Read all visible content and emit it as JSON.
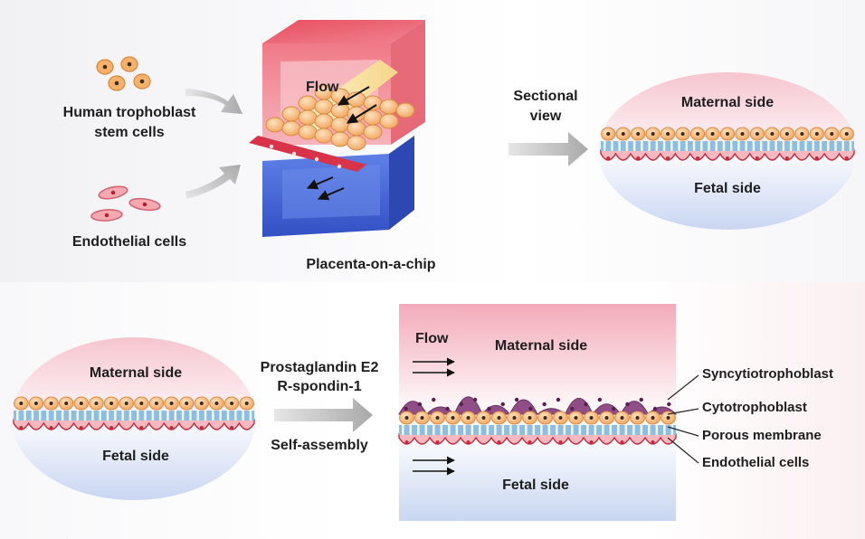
{
  "top": {
    "stem_cells_label_line1": "Human trophoblast",
    "stem_cells_label_line2": "stem cells",
    "endothelial_label": "Endothelial cells",
    "flow_label": "Flow",
    "chip_label": "Placenta-on-a-chip",
    "sectional_line1": "Sectional",
    "sectional_line2": "view",
    "maternal_label": "Maternal side",
    "fetal_label": "Fetal side"
  },
  "bottom": {
    "maternal_label": "Maternal side",
    "fetal_label": "Fetal side",
    "factor1": "Prostaglandin E2",
    "factor2": "R-spondin-1",
    "process_label": "Self-assembly",
    "flow_label": "Flow",
    "box_maternal_label": "Maternal side",
    "box_fetal_label": "Fetal side",
    "legend": [
      "Syncytiotrophoblast",
      "Cytotrophoblast",
      "Porous membrane",
      "Endothelial cells"
    ]
  },
  "colors": {
    "maternal_pink": "#f4a2b0",
    "fetal_blue": "#3f63d6",
    "trophoblast_orange": "#f6b26b",
    "nucleus_dark": "#3a2a20",
    "membrane_blue": "#8fbde0",
    "endothelial_red": "#c42a3c",
    "syncytio_purple": "#8f4f86"
  }
}
